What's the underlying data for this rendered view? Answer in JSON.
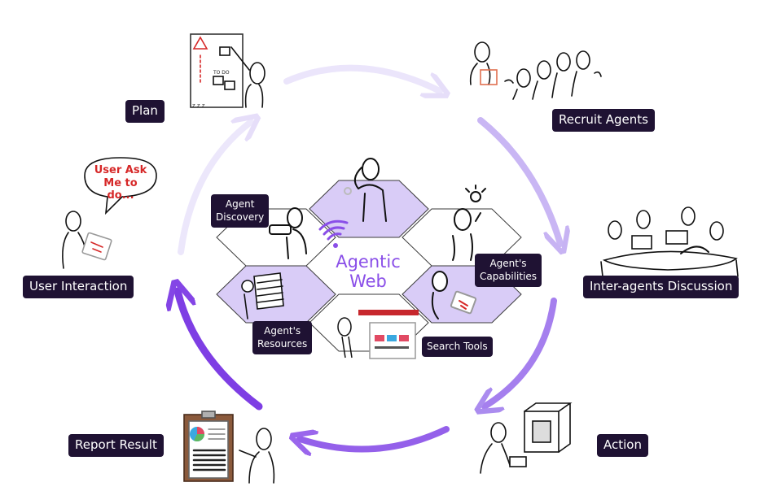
{
  "center": {
    "line1": "Agentic",
    "line2": "Web"
  },
  "stages": {
    "plan": "Plan",
    "recruit": "Recruit Agents",
    "discussion": "Inter-agents Discussion",
    "action": "Action",
    "report": "Report Result",
    "user_interaction": "User Interaction"
  },
  "hex_labels": {
    "discovery": [
      "Agent",
      "Discovery"
    ],
    "capabilities": [
      "Agent's",
      "Capabilities"
    ],
    "resources": [
      "Agent's",
      "Resources"
    ],
    "search_tools": "Search Tools"
  },
  "bubble": [
    "User Ask",
    "Me to do..."
  ],
  "plan_board": {
    "todo": "TO DO",
    "zz": "z z z"
  },
  "colors": {
    "tag_bg": "#1f1233",
    "hex_fill": "#d9ccf7",
    "accent": "#8a4fe8",
    "arrow_light": "#e9e3fb",
    "arrow_mid": "#c3aef2",
    "arrow_dark": "#8a4fe8",
    "bubble_text": "#d62828"
  }
}
